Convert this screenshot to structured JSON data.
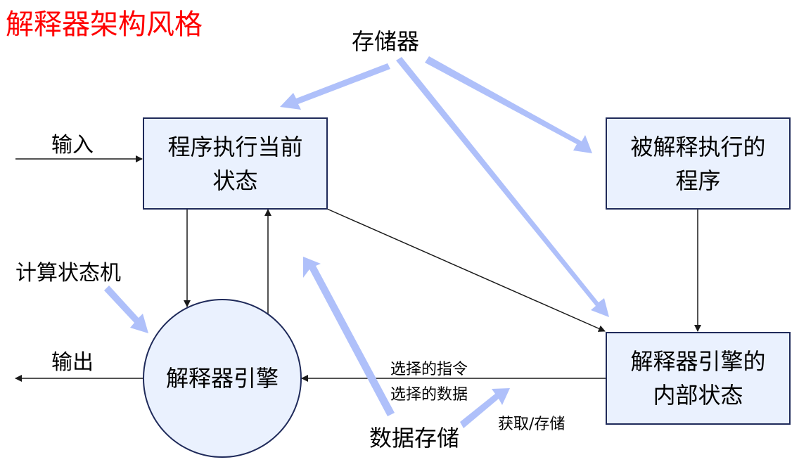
{
  "title": "解释器架构风格",
  "colors": {
    "title": "#FF0000",
    "node_fill": "#EAF1FE",
    "node_border": "#1F2A5A",
    "flow_arrow": "#000000",
    "storage_arrow": "#AFC0FA"
  },
  "nodes": {
    "program_state": {
      "line1": "程序执行当前",
      "line2": "状态"
    },
    "interpreted_program": {
      "line1": "被解释执行的",
      "line2": "程序"
    },
    "engine_internal_state": {
      "line1": "解释器引擎的",
      "line2": "内部状态"
    },
    "interpreter_engine": {
      "label": "解释器引擎"
    }
  },
  "labels": {
    "storage": "存储器",
    "input": "输入",
    "output": "输出",
    "state_machine": "计算状态机",
    "selected_instruction": "选择的指令",
    "selected_data": "选择的数据",
    "data_storage": "数据存储",
    "fetch_store": "获取/存储"
  }
}
